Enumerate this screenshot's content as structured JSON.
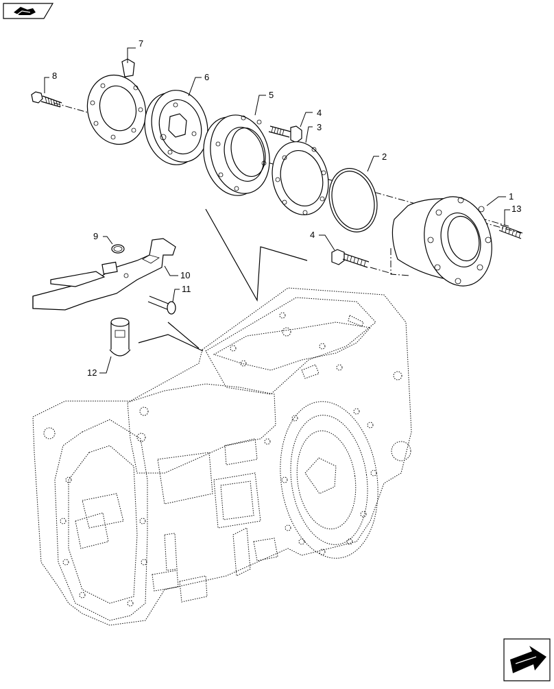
{
  "callouts": [
    {
      "id": "1",
      "text": "1"
    },
    {
      "id": "2",
      "text": "2"
    },
    {
      "id": "3",
      "text": "3"
    },
    {
      "id": "4a",
      "text": "4"
    },
    {
      "id": "4b",
      "text": "4"
    },
    {
      "id": "5",
      "text": "5"
    },
    {
      "id": "6",
      "text": "6"
    },
    {
      "id": "7",
      "text": "7"
    },
    {
      "id": "8",
      "text": "8"
    },
    {
      "id": "9",
      "text": "9"
    },
    {
      "id": "10",
      "text": "10"
    },
    {
      "id": "11",
      "text": "11"
    },
    {
      "id": "12",
      "text": "12"
    },
    {
      "id": "13",
      "text": "13"
    }
  ],
  "icons": {
    "top_left": "book-hand-pointer-icon",
    "bottom_right": "next-page-arrow-icon"
  }
}
